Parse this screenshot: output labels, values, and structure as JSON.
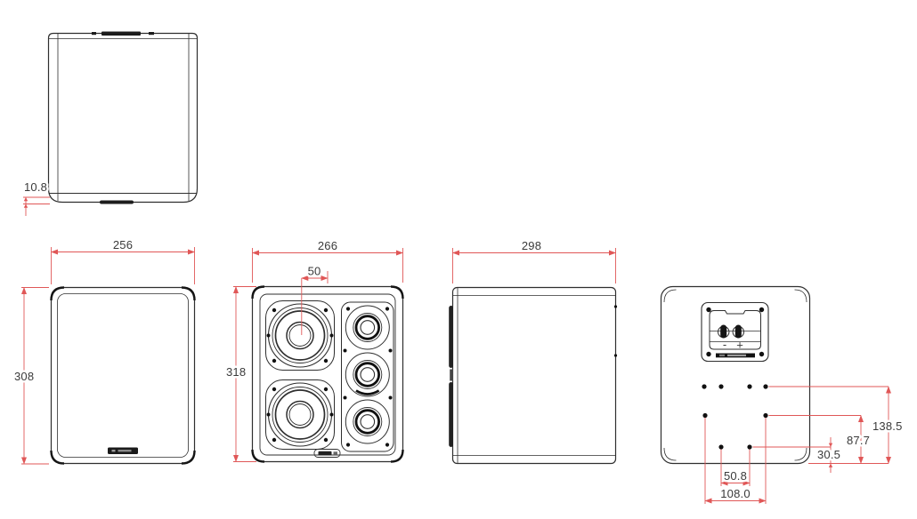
{
  "drawing": {
    "type": "speaker-cabinet-orthographic-dimension-drawing",
    "units_shown": "mm"
  },
  "colors": {
    "dimension_red": "#e05757",
    "outline": "#2f2f2f",
    "text": "#3a3a3a",
    "background": "#ffffff"
  },
  "dims": {
    "lip_height": "10.8",
    "grille_width": "256",
    "grille_height": "308",
    "cabinet_width": "266",
    "cabinet_height": "318",
    "woofer_center_offset": "50",
    "cabinet_depth": "298",
    "holes_upper_row_to_bottom": "138.5",
    "holes_middle_row_to_bottom": "87.7",
    "holes_lower_row_to_bottom": "30.5",
    "holes_lower_pitch": "50.8",
    "holes_middle_pitch": "108.0"
  },
  "terminal": {
    "minus_label": "-",
    "plus_label": "+"
  }
}
